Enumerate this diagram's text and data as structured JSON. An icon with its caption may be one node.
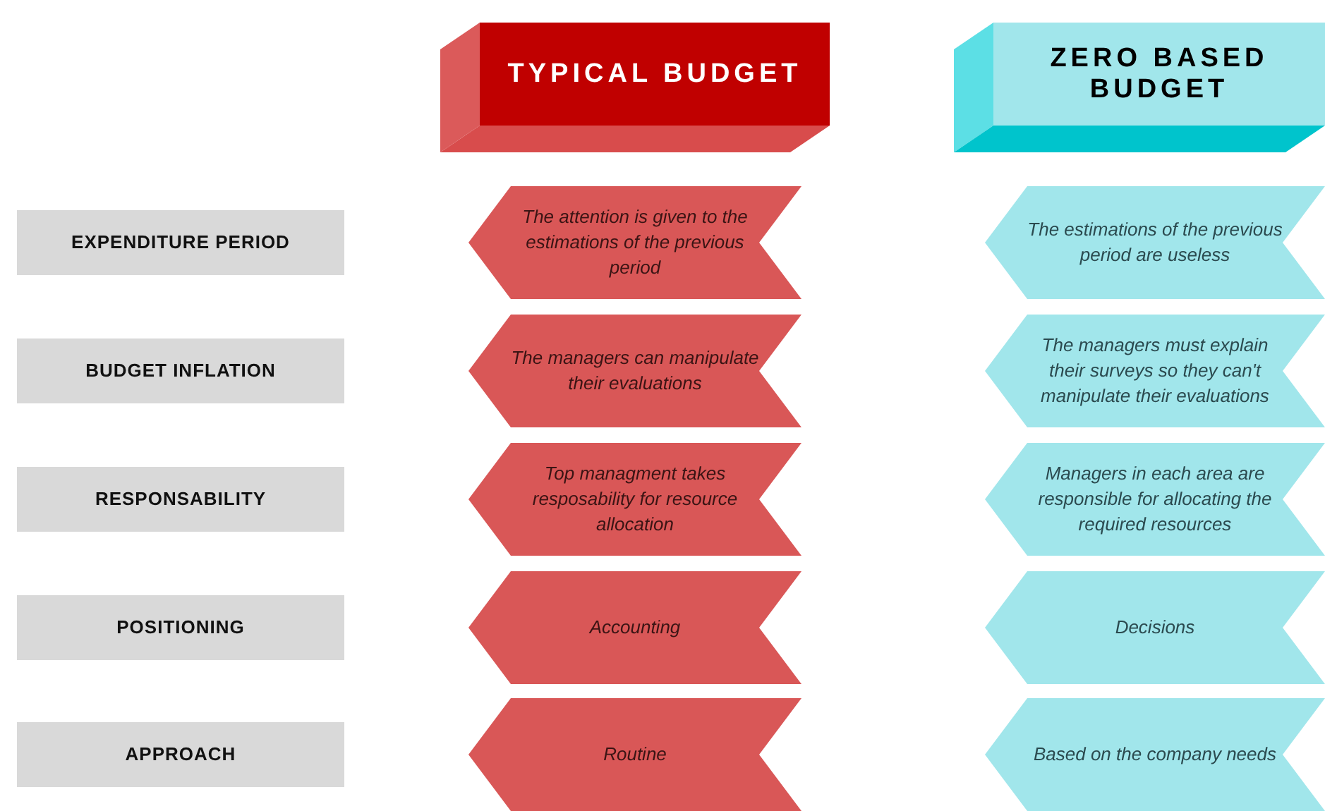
{
  "diagram": {
    "nodes": [
      {
        "text": [
          "TYPICAL BUDGET"
        ]
      },
      {
        "text": [
          "ZERO BASED BUDGET"
        ]
      },
      {
        "text": [
          "EXPENDITURE PERIOD"
        ]
      },
      {
        "text": [
          "The attention is given to the estimations  of the previous period"
        ]
      },
      {
        "text": [
          "The estimations  of the previous period are useless"
        ]
      },
      {
        "text": [
          "BUDGET INFLATION"
        ]
      },
      {
        "text": [
          "The managers can manipulate their evaluations"
        ]
      },
      {
        "text": [
          "The managers  must explain their surveys so they can't manipulate their evaluations"
        ]
      },
      {
        "text": [
          "RESPONSABILITY"
        ]
      },
      {
        "text": [
          "Top managment takes resposability for resource allocation"
        ]
      },
      {
        "text": [
          "Managers in each area are responsible for allocating the required resources"
        ]
      },
      {
        "text": [
          "POSITIONING"
        ]
      },
      {
        "text": [
          "Accounting"
        ]
      },
      {
        "text": [
          "Decisions"
        ]
      },
      {
        "text": [
          "APPROACH"
        ]
      },
      {
        "text": [
          "Routine"
        ]
      },
      {
        "text": [
          "Based on the company needs"
        ]
      }
    ]
  }
}
